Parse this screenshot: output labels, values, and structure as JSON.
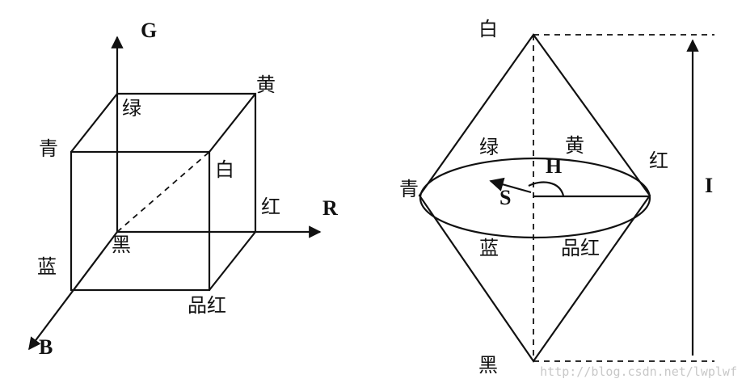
{
  "rgb_cube": {
    "axes": {
      "g": "G",
      "r": "R",
      "b": "B"
    },
    "vertices": {
      "green": "绿",
      "yellow": "黄",
      "cyan": "青",
      "white": "白",
      "red": "红",
      "black": "黑",
      "blue": "蓝",
      "magenta": "品红"
    }
  },
  "hsi_double_cone": {
    "labels": {
      "white": "白",
      "black": "黑",
      "green": "绿",
      "yellow": "黄",
      "red": "红",
      "cyan": "青",
      "blue": "蓝",
      "magenta": "品红",
      "hue": "H",
      "saturation": "S",
      "intensity": "I"
    }
  },
  "watermark": "http://blog.csdn.net/lwplwf"
}
